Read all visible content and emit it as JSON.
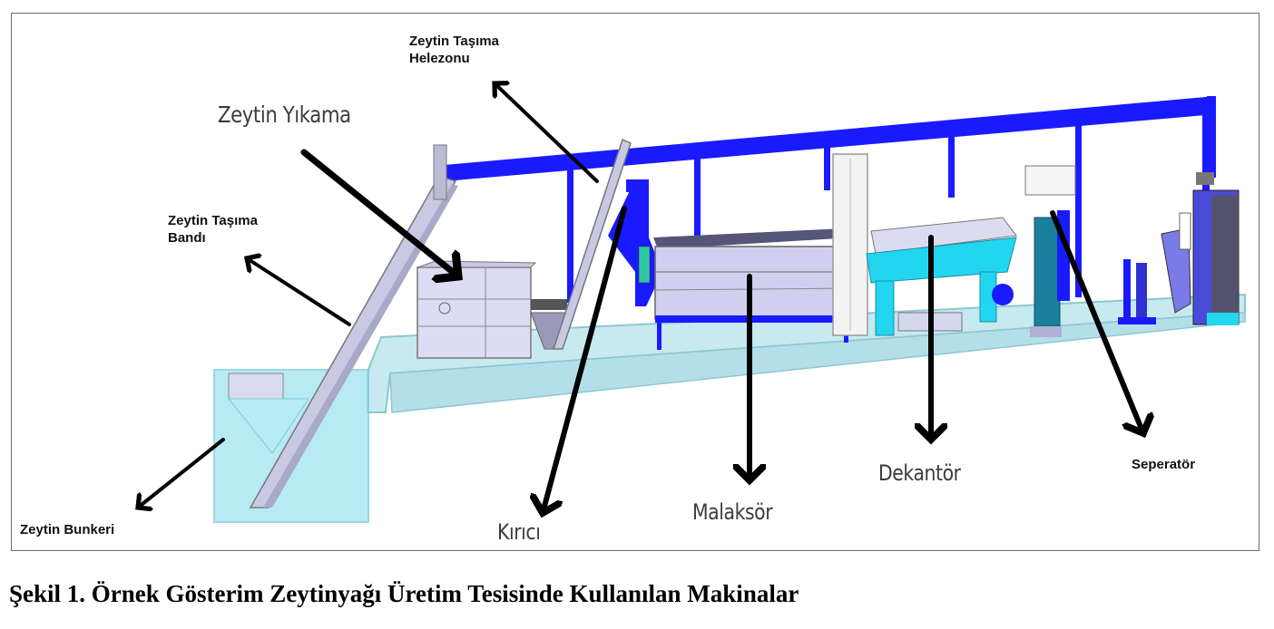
{
  "figure": {
    "caption": "Şekil 1. Örnek Gösterim Zeytinyağı Üretim Tesisinde Kullanılan Makinalar",
    "labels": {
      "zeytin_tasima_helezonu_line1": "Zeytin Taşıma",
      "zeytin_tasima_helezonu_line2": "Helezonu",
      "zeytin_yikama": "Zeytin Yıkama",
      "zeytin_tasima_bandi_line1": "Zeytin Taşıma",
      "zeytin_tasima_bandi_line2": "Bandı",
      "zeytin_bunkeri": "Zeytin Bunkeri",
      "kirici": "Kırıcı",
      "malaksor": "Malaksör",
      "dekantor": "Dekantör",
      "seperator": "Seperatör"
    },
    "colors": {
      "frame_blue": "#1a1aff",
      "machine_cyan": "#22d6f0",
      "platform_lightblue": "#bfe6ee",
      "machine_lavender": "#d9d9f2",
      "arrow": "#000000"
    }
  }
}
